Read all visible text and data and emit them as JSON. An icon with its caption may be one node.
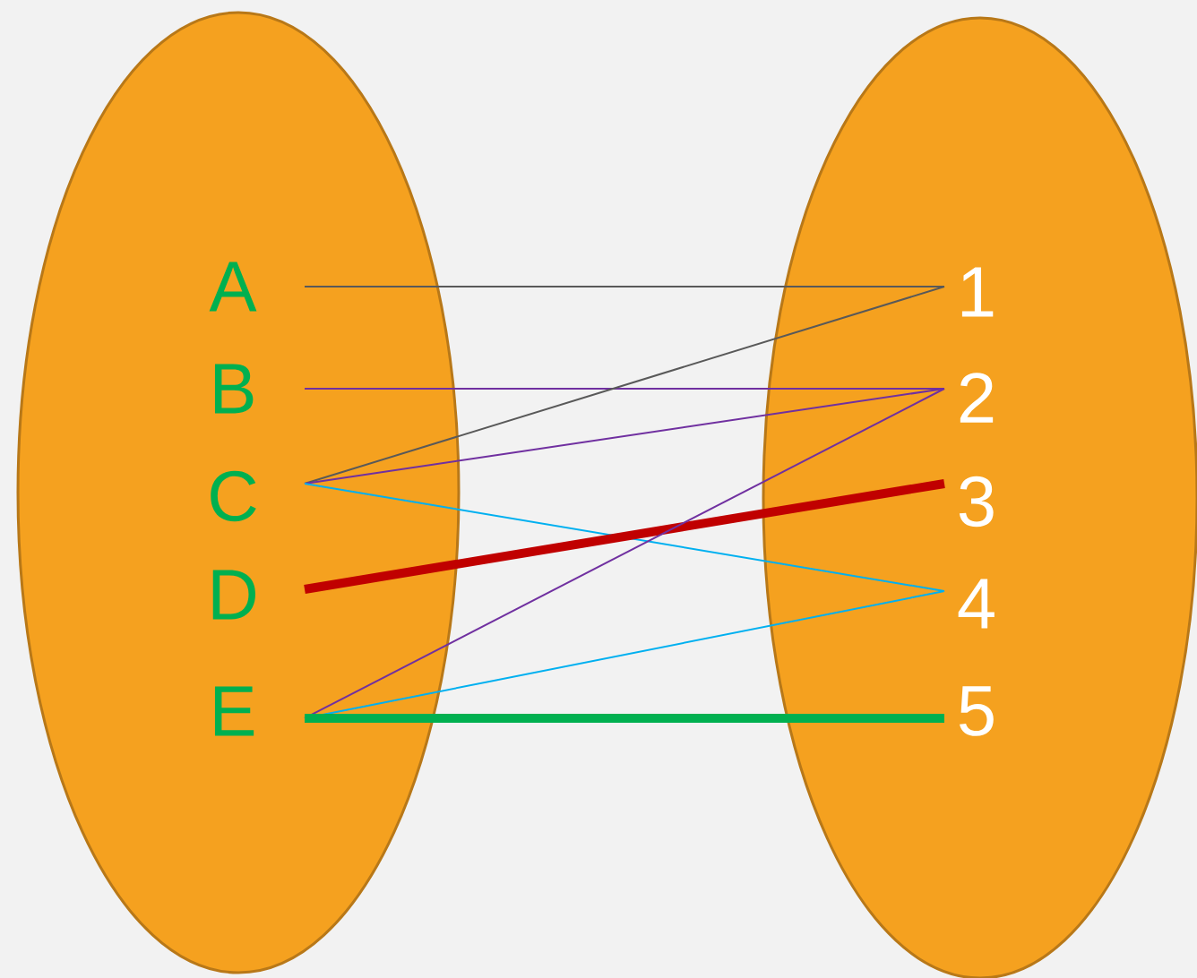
{
  "diagram": {
    "nodes": [
      {
        "text": [],
        "shape": "ellipse"
      },
      {
        "text": [],
        "shape": "ellipse"
      },
      {
        "text": [
          "A"
        ],
        "in": 0
      },
      {
        "text": [
          "B"
        ],
        "in": 0
      },
      {
        "text": [
          "C"
        ],
        "in": 0
      },
      {
        "text": [
          "D"
        ],
        "in": 0
      },
      {
        "text": [
          "E"
        ],
        "in": 0
      },
      {
        "text": [
          "1"
        ],
        "in": 1
      },
      {
        "text": [
          "2"
        ],
        "in": 1
      },
      {
        "text": [
          "3"
        ],
        "in": 1
      },
      {
        "text": [
          "4"
        ],
        "in": 1
      },
      {
        "text": [
          "5"
        ],
        "in": 1
      }
    ],
    "edges": [
      {
        "from": 2,
        "to": 7,
        "arrow": "none",
        "color": "#595959"
      },
      {
        "from": 3,
        "to": 8,
        "arrow": "none"
      },
      {
        "from": 4,
        "to": 7,
        "arrow": "none",
        "color": "#595959"
      },
      {
        "from": 4,
        "to": 8,
        "arrow": "none"
      },
      {
        "from": 4,
        "to": 10,
        "arrow": "none",
        "color": "#00b0f0"
      },
      {
        "from": 5,
        "to": 9,
        "arrow": "none",
        "style": "thick",
        "color": "#c00000"
      },
      {
        "from": 6,
        "to": 8,
        "arrow": "none"
      },
      {
        "from": 6,
        "to": 10,
        "arrow": "none",
        "color": "#00b0f0"
      },
      {
        "from": 6,
        "to": 11,
        "arrow": "none",
        "style": "thick",
        "color": "#00b050"
      }
    ]
  }
}
